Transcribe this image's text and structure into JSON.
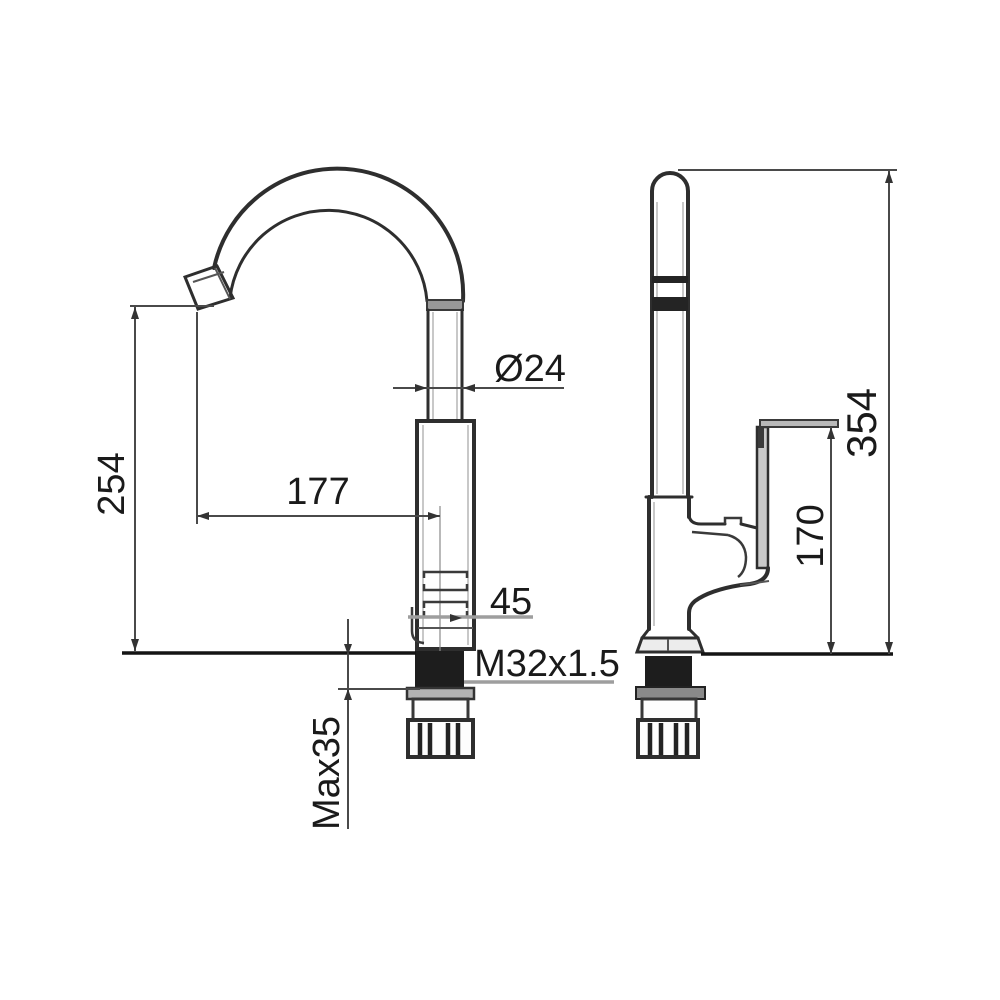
{
  "dimensions": {
    "spout_height": "254",
    "spout_reach": "177",
    "spout_outlet_diameter": "Ø24",
    "body_detail": "45",
    "mounting_thread": "M32x1.5",
    "max_mounting_thickness": "Max35",
    "overall_height": "354",
    "handle_top_height": "170"
  },
  "colors": {
    "outline": "#2e2e2e",
    "dimension_line": "#4a4a4a",
    "leader_line": "#9e9e9e",
    "text": "#1a1a1a",
    "seal_black": "#1d1d1d",
    "background": "#ffffff"
  }
}
